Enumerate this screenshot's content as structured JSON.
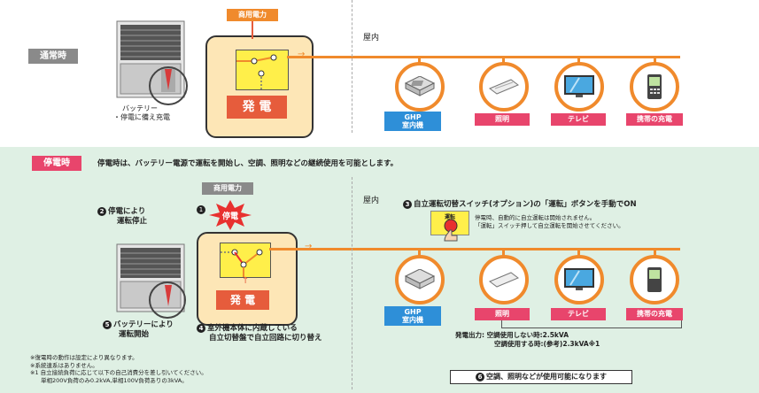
{
  "normal": {
    "section_label": "通常時",
    "grid_power": "商用電力",
    "gen_label": "発 電",
    "battery_line1": "バッテリー",
    "battery_line2": "・停電に備え充電",
    "indoor": "屋内",
    "devices": [
      {
        "label_line1": "GHP",
        "label_line2": "室内機",
        "icon": "ceiling-cassette-ac-icon"
      },
      {
        "label": "照明",
        "icon": "ceiling-light-icon"
      },
      {
        "label": "テレビ",
        "icon": "tv-icon"
      },
      {
        "label": "携帯の充電",
        "icon": "mobile-phone-icon"
      }
    ]
  },
  "outage": {
    "section_label": "停電時",
    "headline": "停電時は、バッテリー電源で運転を開始し、空調、照明などの継続使用を可能とします。",
    "grid_power": "商用電力",
    "blackout": "停電",
    "step1_num": "1",
    "step2": {
      "num": "2",
      "line1": "停電により",
      "line2": "運転停止"
    },
    "step3": {
      "num": "3",
      "text": "自立運転切替スイッチ(オプション)の「運転」ボタンを手動でON"
    },
    "switch_label": "運転",
    "auto_note_line1": "停電時、自動的に自立運転は開始されません。",
    "auto_note_line2": "「運転」スイッチ押して自立運転を開始させてください。",
    "step4": {
      "num": "4",
      "line1": "室外機本体に内蔵している",
      "line2": "自立切替盤で自立回路に切り替え"
    },
    "step5": {
      "num": "5",
      "line1": "バッテリーにより",
      "line2": "運転開始"
    },
    "step6": {
      "num": "6",
      "text": "空調、照明などが使用可能になります"
    },
    "gen_label": "発 電",
    "indoor": "屋内",
    "output_label": "発電出力:",
    "output_line1": "空調使用しない時:2.5kVA",
    "output_line2": "空調使用する時:(参考)2.3kVA※1",
    "notes": [
      "※復電時の動作は設定により異なります。",
      "※系統連系はありません。",
      "※1 自立接続負荷に応じて以下の自己消費分を差し引いてください。",
      "単相200V負荷のみ0.2kVA,単相100V負荷ありの3kVA。"
    ],
    "devices": [
      {
        "label_line1": "GHP",
        "label_line2": "室内機",
        "icon": "ceiling-cassette-ac-icon"
      },
      {
        "label": "照明",
        "icon": "ceiling-light-icon"
      },
      {
        "label": "テレビ",
        "icon": "tv-icon"
      },
      {
        "label": "携帯の充電",
        "icon": "mobile-phone-icon"
      }
    ]
  },
  "colors": {
    "wire": "#f08a2c",
    "outage_bg": "#dff0e4",
    "accent_red": "#e8456c",
    "bubble": "#fde6b6"
  }
}
